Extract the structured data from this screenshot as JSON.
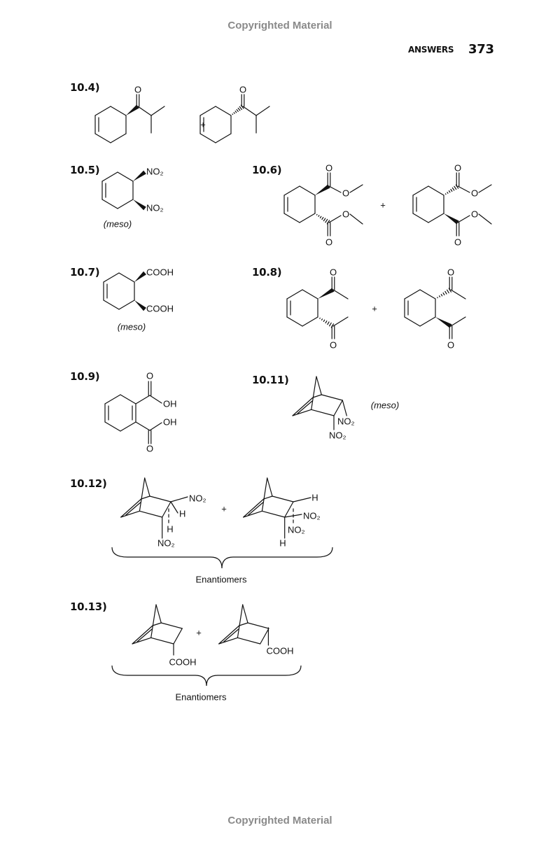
{
  "watermark_top": "Copyrighted Material",
  "watermark_bottom": "Copyrighted Material",
  "header": {
    "section": "ANSWERS",
    "page_number": "373"
  },
  "problems": [
    {
      "label": "10.4)",
      "plus": "+",
      "atoms": [
        "O",
        "O"
      ]
    },
    {
      "label": "10.5)",
      "atoms": [
        "NO₂",
        "NO₂"
      ],
      "note": "(meso)"
    },
    {
      "label": "10.6)",
      "plus": "+",
      "atoms": [
        "O",
        "O",
        "O",
        "O",
        "O",
        "O",
        "O",
        "O"
      ]
    },
    {
      "label": "10.7)",
      "atoms": [
        "COOH",
        "COOH"
      ],
      "note": "(meso)"
    },
    {
      "label": "10.8)",
      "plus": "+",
      "atoms": [
        "O",
        "O",
        "O",
        "O"
      ]
    },
    {
      "label": "10.9)",
      "atoms": [
        "O",
        "OH",
        "OH",
        "O"
      ]
    },
    {
      "label": "10.11)",
      "atoms": [
        "NO₂",
        "NO₂"
      ],
      "note": "(meso)"
    },
    {
      "label": "10.12)",
      "plus": "+",
      "atoms": [
        "NO₂",
        "H",
        "H",
        "NO₂",
        "H",
        "NO₂",
        "NO₂",
        "H"
      ],
      "brace_caption": "Enantiomers"
    },
    {
      "label": "10.13)",
      "plus": "+",
      "atoms": [
        "COOH",
        "COOH"
      ],
      "brace_caption": "Enantiomers"
    }
  ]
}
